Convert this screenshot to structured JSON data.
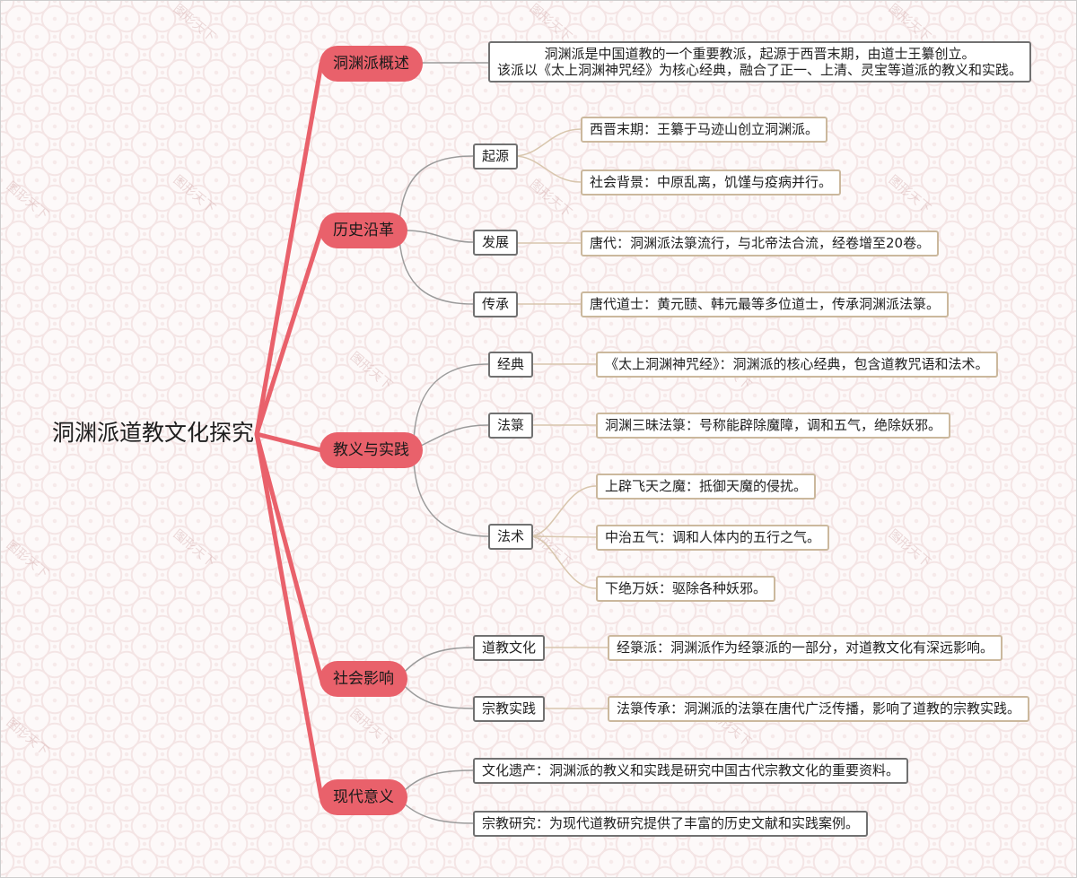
{
  "mindmap": {
    "root": "洞渊派道教文化探究",
    "branches": [
      {
        "label": "洞渊派概述",
        "summary": [
          "洞渊派是中国道教的一个重要教派，起源于西晋末期，由道士王纂创立。",
          "该派以《太上洞渊神咒经》为核心经典，融合了正一、上清、灵宝等道派的教义和实践。"
        ]
      },
      {
        "label": "历史沿革",
        "children": [
          {
            "label": "起源",
            "items": [
              "西晋末期：王纂于马迹山创立洞渊派。",
              "社会背景：中原乱离，饥馑与疫病并行。"
            ]
          },
          {
            "label": "发展",
            "items": [
              "唐代：洞渊派法箓流行，与北帝法合流，经卷增至20卷。"
            ]
          },
          {
            "label": "传承",
            "items": [
              "唐代道士：黄元赜、韩元最等多位道士，传承洞渊派法箓。"
            ]
          }
        ]
      },
      {
        "label": "教义与实践",
        "children": [
          {
            "label": "经典",
            "items": [
              "《太上洞渊神咒经》：洞渊派的核心经典，包含道教咒语和法术。"
            ]
          },
          {
            "label": "法箓",
            "items": [
              "洞渊三昧法箓：号称能辟除魔障，调和五气，绝除妖邪。"
            ]
          },
          {
            "label": "法术",
            "items": [
              "上辟飞天之魔：抵御天魔的侵扰。",
              "中治五气：调和人体内的五行之气。",
              "下绝万妖：驱除各种妖邪。"
            ]
          }
        ]
      },
      {
        "label": "社会影响",
        "children": [
          {
            "label": "道教文化",
            "items": [
              "经箓派：洞渊派作为经箓派的一部分，对道教文化有深远影响。"
            ]
          },
          {
            "label": "宗教实践",
            "items": [
              "法箓传承：洞渊派的法箓在唐代广泛传播，影响了道教的宗教实践。"
            ]
          }
        ]
      },
      {
        "label": "现代意义",
        "children": [
          {
            "label": "文化遗产：洞渊派的教义和实践是研究中国古代宗教文化的重要资料。"
          },
          {
            "label": "宗教研究：为现代道教研究提供了丰富的历史文献和实践案例。"
          }
        ]
      }
    ]
  },
  "watermark": "图形天下",
  "colors": {
    "branch_red": "#e9616b",
    "connector_gray": "#9b9b9b",
    "connector_tan": "#d8c6ad",
    "level2_border": "#717171",
    "leaf_border": "#cbb89d"
  }
}
